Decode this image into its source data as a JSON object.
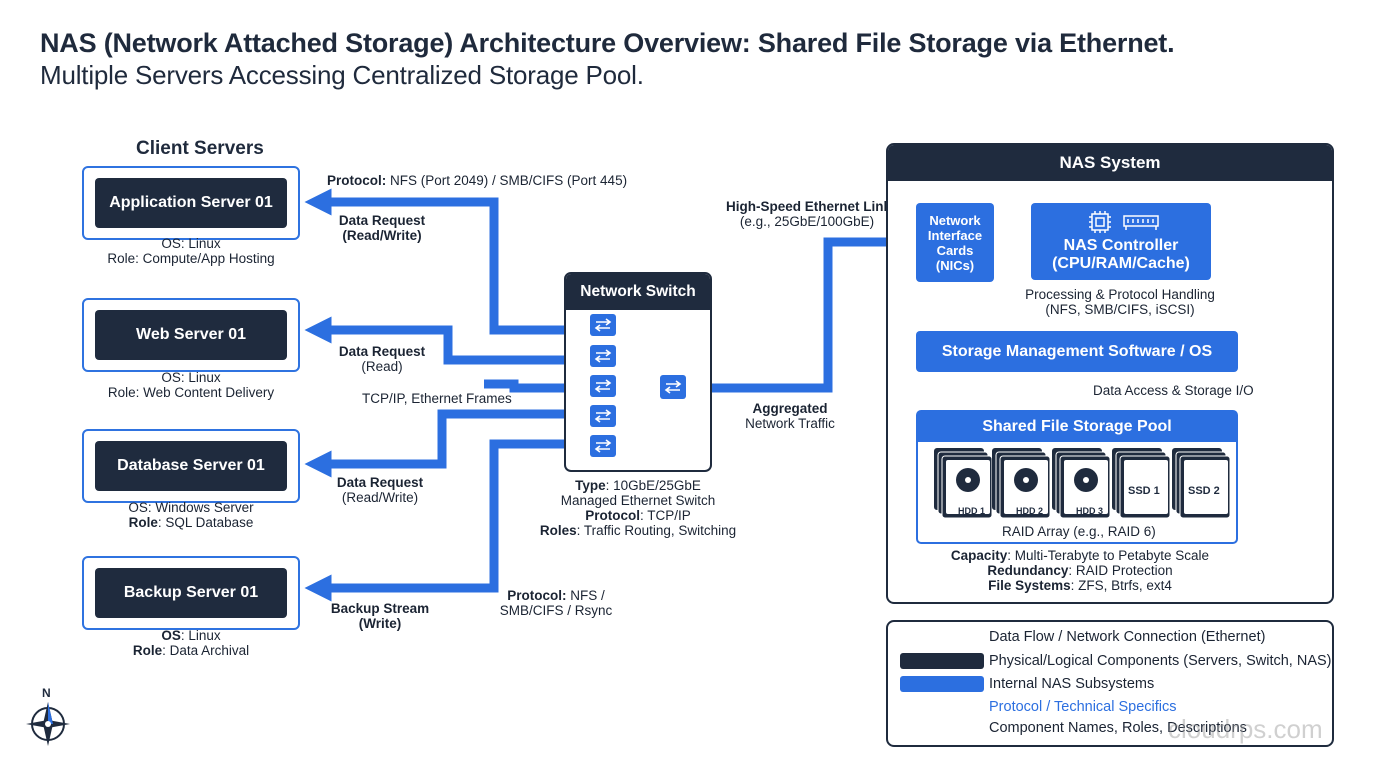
{
  "title": "NAS (Network Attached Storage) Architecture Overview: Shared File Storage via Ethernet.",
  "subtitle": "Multiple Servers Accessing Centralized Storage Pool.",
  "client_section_label": "Client Servers",
  "servers": [
    {
      "name": "Application Server 01",
      "os_label": "",
      "os": "OS: Linux",
      "role_label": "",
      "role": "Role: Compute/App Hosting"
    },
    {
      "name": "Web Server 01",
      "os_label": "",
      "os": "OS: Linux",
      "role_label": "",
      "role": "Role: Web Content Delivery"
    },
    {
      "name": "Database Server 01",
      "os_label": "",
      "os": "OS: Windows Server",
      "role_label": "Role",
      "role": ": SQL Database"
    },
    {
      "name": "Backup Server 01",
      "os_label": "OS",
      "os": ": Linux",
      "role_label": "Role",
      "role": ": Data Archival"
    }
  ],
  "links": {
    "app_protocol_label": "Protocol:",
    "app_protocol": " NFS (Port 2049) / SMB/CIFS (Port 445)",
    "app_request_1": "Data Request",
    "app_request_2": "(Read/Write)",
    "web_request_1": "Data Request",
    "web_request_2": "(Read)",
    "tcp_frames": "TCP/IP, Ethernet Frames",
    "db_request_1": "Data Request",
    "db_request_2": "(Read/Write)",
    "backup_stream_1": "Backup Stream",
    "backup_stream_2": "(Write)",
    "backup_protocol_label": "Protocol:",
    "backup_protocol_1": " NFS /",
    "backup_protocol_2": "SMB/CIFS / Rsync",
    "aggregated_1": "Aggregated",
    "aggregated_2": "Network Traffic",
    "high_speed_1": "High-Speed Ethernet Link",
    "high_speed_2": "(e.g., 25GbE/100GbE)"
  },
  "switch": {
    "title": "Network Switch",
    "type_label": "Type",
    "type": ": 10GbE/25GbE",
    "type_2": "Managed Ethernet Switch",
    "protocol_label": "Protocol",
    "protocol": ": TCP/IP",
    "roles_label": "Roles",
    "roles": ": Traffic Routing, Switching"
  },
  "nas": {
    "title": "NAS System",
    "nic_1": "Network",
    "nic_2": "Interface",
    "nic_3": "Cards",
    "nic_4": "(NICs)",
    "controller_1": "NAS Controller",
    "controller_2": "(CPU/RAM/Cache)",
    "processing_1": "Processing & Protocol Handling",
    "processing_2": "(NFS, SMB/CIFS, iSCSI)",
    "storage_mgmt": "Storage Management Software / OS",
    "data_access": "Data Access & Storage I/O",
    "pool_title": "Shared File Storage Pool",
    "drives": [
      "HDD 1",
      "HDD 2",
      "HDD 3",
      "SSD 1",
      "SSD 2"
    ],
    "raid": "RAID Array (e.g., RAID 6)",
    "capacity_label": "Capacity",
    "capacity": ": Multi-Terabyte to Petabyte Scale",
    "redundancy_label": "Redundancy",
    "redundancy": ": RAID Protection",
    "filesystems_label": "File Systems",
    "filesystems": ": ZFS, Btrfs, ext4"
  },
  "legend": {
    "flow": "Data Flow / Network Connection (Ethernet)",
    "physical": "Physical/Logical Components (Servers, Switch, NAS)",
    "internal": "Internal NAS Subsystems",
    "protocol": "Protocol / Technical Specifics",
    "names": "Component Names, Roles, Descriptions"
  },
  "compass_label": "N",
  "watermark": "cloudrps.com",
  "colors": {
    "navy": "#1f2b3e",
    "blue": "#2c6fe0",
    "text": "#1b2433"
  }
}
